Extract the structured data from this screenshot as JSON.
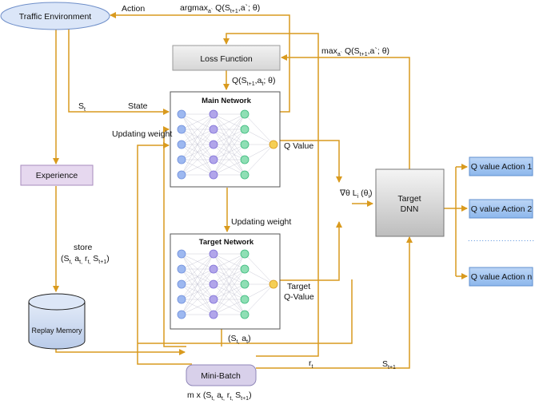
{
  "nodes": {
    "traffic_env": "Traffic Environment",
    "loss_function": "Loss Function",
    "main_network": "Main Network",
    "target_network": "Target Network",
    "experience": "Experience",
    "replay_memory": "Replay Memory",
    "mini_batch": "Mini-Batch",
    "target_dnn_line1": "Target",
    "target_dnn_line2": "DNN",
    "q_action_1": "Q value Action 1",
    "q_action_2": "Q value Action 2",
    "q_action_n": "Q value Action n"
  },
  "labels": {
    "action": "Action",
    "argmax": "argmax",
    "argmax_sub": "a`",
    "argmax_expr": " Q(S",
    "argmax_sub2": "t+1",
    "argmax_tail": ",a`; θ)",
    "max": "max",
    "max_sub": "a`",
    "max_expr": " Q(S",
    "max_sub2": "t+1",
    "max_tail": ",a`; θ)",
    "q_main_pre": "Q(S",
    "q_main_sub": "t+1",
    "q_main_mid": ",a",
    "q_main_sub2": "t",
    "q_main_tail": "; θ)",
    "s_t": "S",
    "s_t_sub": "t",
    "state": "State",
    "updating_weight_1": "Updating weight",
    "updating_weight_2": "Updating weight",
    "q_value": "Q Value",
    "target_q_1": "Target",
    "target_q_2": "Q-Value",
    "gradient": "∇θ L",
    "gradient_sub": "i",
    "gradient_tail": " (θ",
    "gradient_sub2": "i",
    "gradient_end": ")",
    "store": "store",
    "store_tuple": "(S",
    "st_a": "t,",
    "st_a2": " a",
    "st_r": "t,",
    "st_r2": " r",
    "st_s": "t,",
    "st_s2": " S",
    "st_s3": "t+1",
    "st_close": ")",
    "sa_open": "(S",
    "sa_sub": "t,",
    "sa_a": " a",
    "sa_sub2": "t",
    "sa_close": ")",
    "r_t": "r",
    "r_t_sub": "t",
    "s_t1": "S",
    "s_t1_sub": "t+1",
    "mx_pre": "m x (S",
    "mx_1": "t,",
    "mx_a": " a",
    "mx_2": "t,",
    "mx_r": " r",
    "mx_3": "t,",
    "mx_s": " S",
    "mx_4": "t+1",
    "mx_close": ")",
    "ellipsis": "........................"
  },
  "colors": {
    "arrow": "#d99a1e",
    "ellipse_fill": "#dbe6f8",
    "ellipse_stroke": "#6f8fc9",
    "experience_fill": "#e6d8ef",
    "minibatch_fill": "#d8d0ea",
    "qaction_fill": "#9fc4ef",
    "dots": "#3b7fd6",
    "nn_blue": "#9db8f0",
    "nn_purple": "#b1a5ea",
    "nn_green": "#8fdfb5",
    "nn_out": "#f5cf55"
  }
}
